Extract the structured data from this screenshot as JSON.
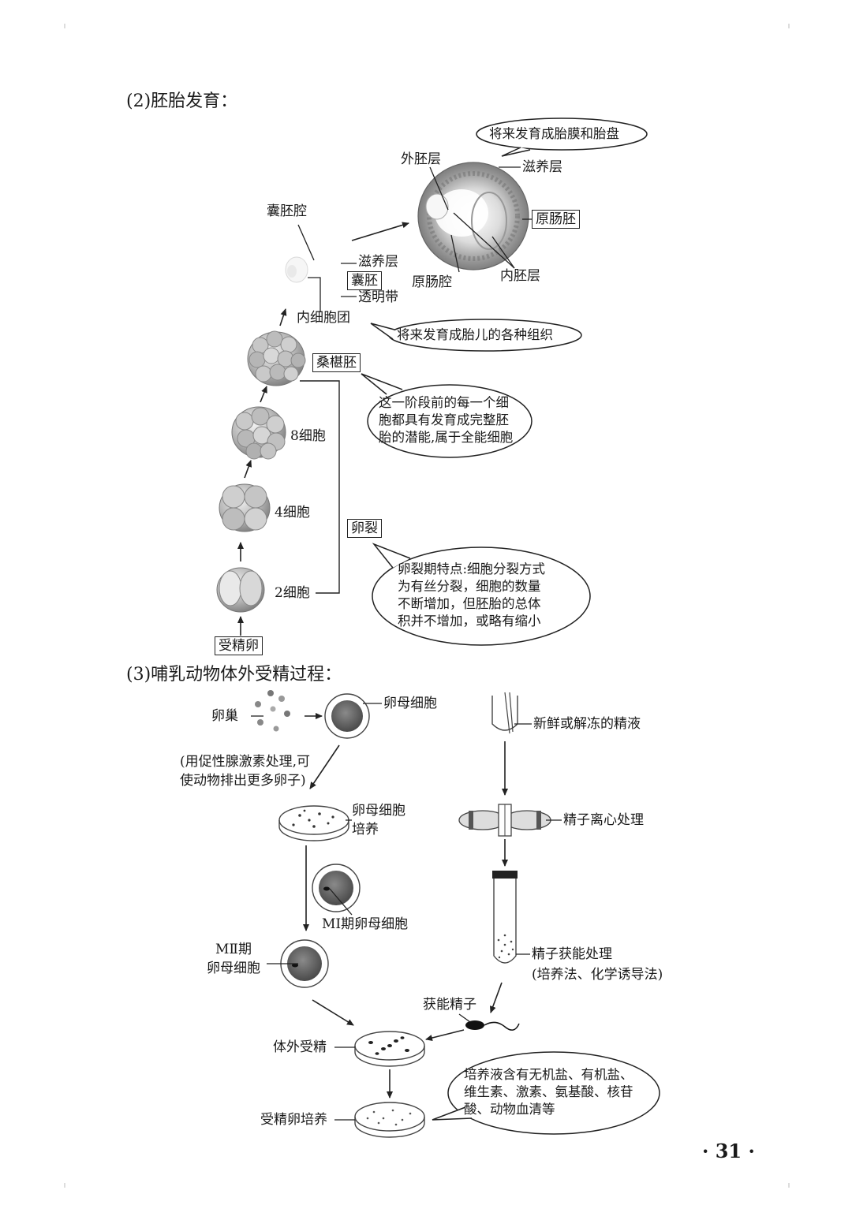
{
  "sections": {
    "embryo_title": "(2)胚胎发育：",
    "ivf_title": "(3)哺乳动物体外受精过程："
  },
  "embryo": {
    "stages": {
      "fertilized_egg": "受精卵",
      "two_cell": "2细胞",
      "four_cell": "4细胞",
      "eight_cell": "8细胞",
      "morula": "桑椹胚",
      "cleavage": "卵裂",
      "blastocyst": "囊胚",
      "gastrula": "原肠胚"
    },
    "labels": {
      "blastocoel": "囊胚腔",
      "trophoblast_blast": "滋养层",
      "zona_pellucida": "透明带",
      "inner_cell_mass": "内细胞团",
      "ectoderm": "外胚层",
      "trophoblast_gastrula": "滋养层",
      "archenteron": "原肠腔",
      "endoderm": "内胚层"
    },
    "bubbles": {
      "placenta": "将来发育成胎膜和胎盘",
      "tissues": "将来发育成胎儿的各种组织",
      "totipotent": [
        "这一阶段前的每一个细",
        "胞都具有发育成完整胚",
        "胎的潜能,属于全能细胞"
      ],
      "cleavage_feature": [
        "卵裂期特点:细胞分裂方式",
        "为有丝分裂，细胞的数量",
        "不断增加，但胚胎的总体",
        "积并不增加，或略有缩小"
      ]
    }
  },
  "ivf": {
    "ovary": "卵巢",
    "oocyte": "卵母细胞",
    "hormone_note": [
      "(用促性腺激素处理,可",
      "使动物排出更多卵子)"
    ],
    "oocyte_culture": [
      "卵母细胞",
      "培养"
    ],
    "mi_oocyte": "MⅠ期卵母细胞",
    "mii_oocyte": [
      "MⅡ期",
      "卵母细胞"
    ],
    "semen": "新鲜或解冻的精液",
    "centrifuge": "精子离心处理",
    "capacitation": "精子获能处理",
    "capacitation_methods": "(培养法、化学诱导法)",
    "capacitated_sperm": "获能精子",
    "in_vitro_fertilization": "体外受精",
    "zygote_culture": "受精卵培养",
    "medium_note": [
      "培养液含有无机盐、有机盐、",
      "维生素、激素、氨基酸、核苷",
      "酸、动物血清等"
    ]
  },
  "page_number": "· 31 ·"
}
